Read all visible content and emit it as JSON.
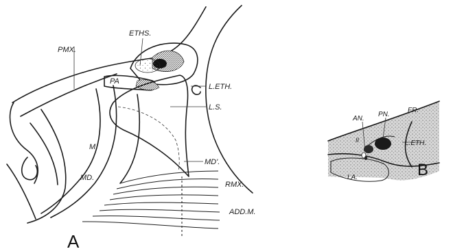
{
  "figure_a": {
    "panel_label": "A",
    "labels": {
      "eths": "ETHS.",
      "pmx": "PMX.",
      "pa": "PA",
      "leth": "L.ETH.",
      "ls": "L.S.",
      "m": "M.",
      "md": "MD.",
      "md_prime": "MD'.",
      "rmx": "RMX.",
      "addm": "ADD.M."
    }
  },
  "figure_b": {
    "panel_label": "B",
    "labels": {
      "pn": "PN.",
      "an": "AN.",
      "fr": "FR.",
      "ii": "II",
      "leth": "L.ETH.",
      "la": "LA."
    }
  }
}
